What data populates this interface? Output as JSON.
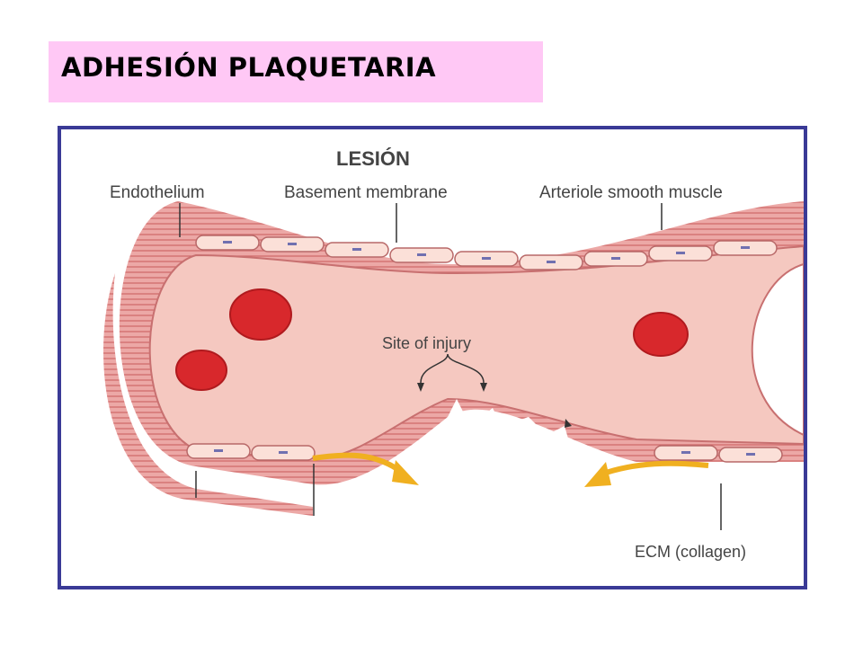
{
  "title": "ADHESIÓN PLAQUETARIA",
  "diagram": {
    "heading": "LESIÓN",
    "labels": {
      "endothelium": "Endothelium",
      "basement_membrane": "Basement membrane",
      "smooth_muscle": "Arteriole smooth muscle",
      "site_of_injury": "Site of injury",
      "ecm": "ECM (collagen)"
    }
  },
  "colors": {
    "title_bg": "#ffc8f5",
    "frame_border": "#3a3a96",
    "vessel_wall": "#e8a0a0",
    "lumen": "#f5c8c0",
    "red_cell": "#d8282c",
    "arrow": "#f0b020"
  }
}
